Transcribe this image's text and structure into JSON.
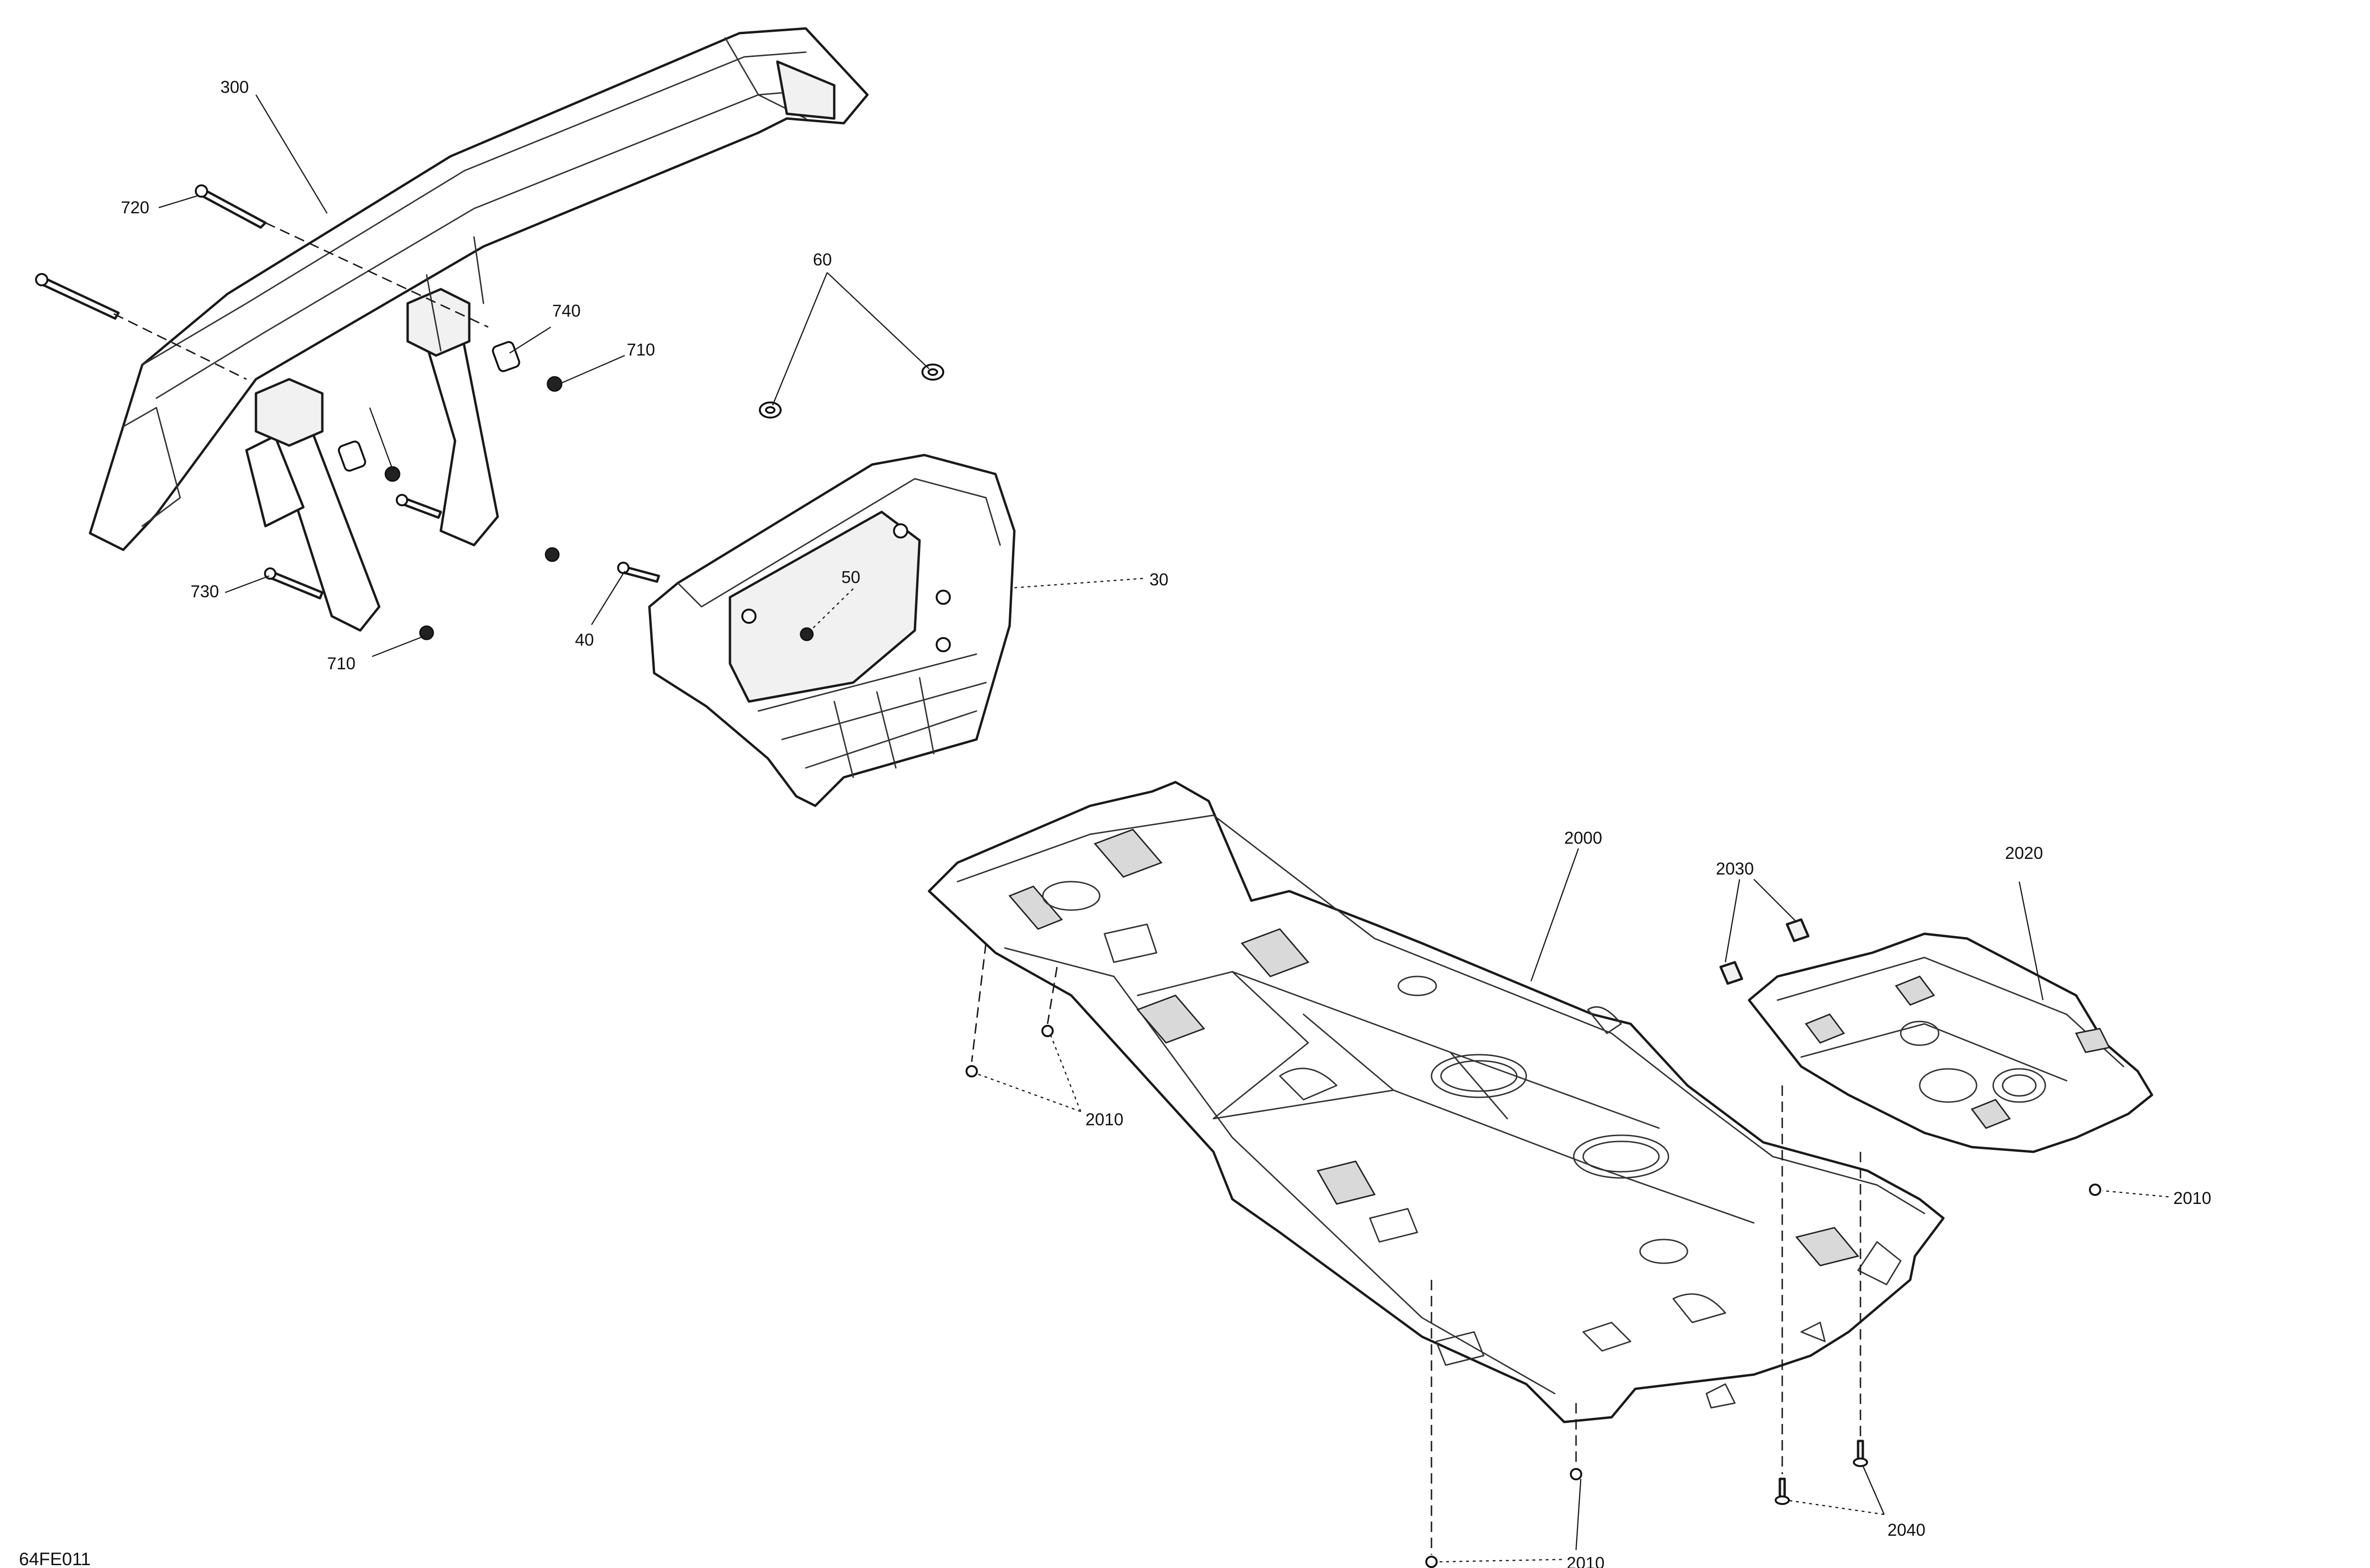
{
  "diagram_code": "64FE011",
  "callouts": {
    "c300": "300",
    "c720": "720",
    "c740": "740",
    "c710a": "710",
    "c710b": "710",
    "c730": "730",
    "c60": "60",
    "c50": "50",
    "c30": "30",
    "c40": "40",
    "c2000": "2000",
    "c2030": "2030",
    "c2020": "2020",
    "c2010a": "2010",
    "c2010b": "2010",
    "c2010c": "2010",
    "c2040": "2040"
  }
}
